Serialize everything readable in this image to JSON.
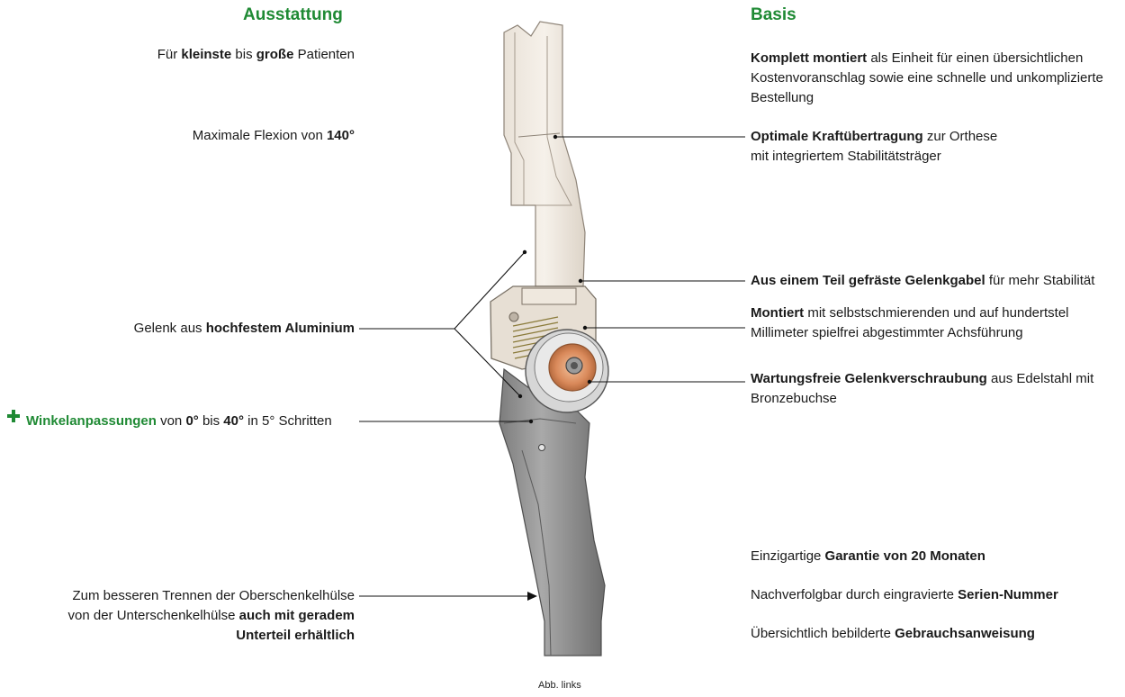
{
  "left_heading": "Ausstattung",
  "right_heading": "Basis",
  "caption": "Abb. links",
  "left_items": {
    "patients": [
      "Für ",
      "kleinste",
      " bis ",
      "große",
      " Patienten"
    ],
    "flexion": [
      "Maximale Flexion von ",
      "140°"
    ],
    "joint": [
      "Gelenk aus ",
      "hochfestem Aluminium"
    ],
    "angle": [
      "Winkelanpassungen",
      " von ",
      "0°",
      " bis ",
      "40°",
      " in 5° Schritten"
    ],
    "separate": {
      "line1": "Zum besseren Trennen der Oberschenkelhülse",
      "line2": [
        "von der Unterschenkelhülse ",
        "auch mit geradem"
      ],
      "line3": "Unterteil erhältlich"
    }
  },
  "right_items": {
    "mounted": {
      "line1": [
        "Komplett montiert",
        " als Einheit für einen übersichtlichen"
      ],
      "line2": "Kostenvoranschlag sowie eine schnelle und unkomplizierte",
      "line3": "Bestellung"
    },
    "force": {
      "line1": [
        "Optimale Kraftübertragung",
        " zur Orthese"
      ],
      "line2": "mit integriertem Stabilitätsträger"
    },
    "fork": [
      "Aus einem Teil gefräste Gelenkgabel",
      " für mehr Stabilität"
    ],
    "axis": {
      "line1": [
        "Montiert",
        " mit selbstschmierenden und auf hundertstel"
      ],
      "line2": "Millimeter spielfrei abgestimmter Achsführung"
    },
    "screw": {
      "line1": [
        "Wartungsfreie Gelenkverschraubung",
        " aus Edelstahl mit"
      ],
      "line2": "Bronzebuchse"
    },
    "warranty": [
      "Einzigartige ",
      "Garantie von 20 Monaten"
    ],
    "serial": [
      "Nachverfolgbar durch eingravierte ",
      "Serien-Nummer"
    ],
    "manual": [
      "Übersichtlich bebilderte ",
      "Gebrauchsanweisung"
    ]
  }
}
